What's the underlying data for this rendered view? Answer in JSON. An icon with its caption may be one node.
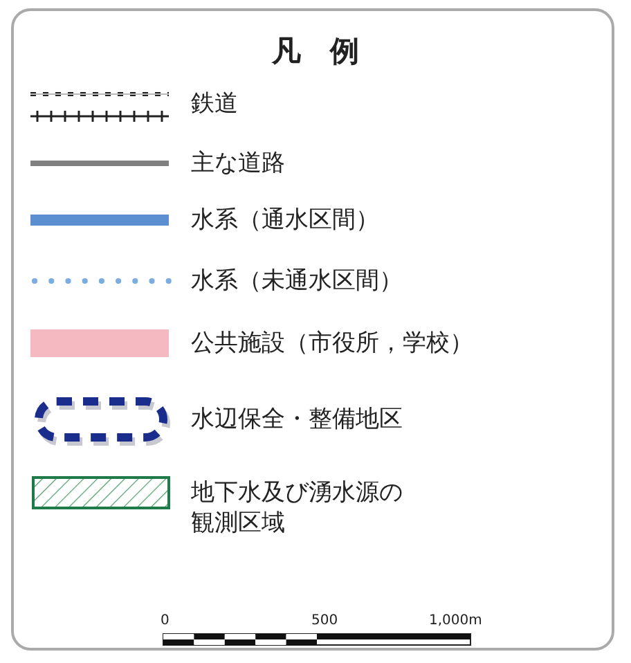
{
  "diagram": {
    "title": "凡　例",
    "legend": [
      {
        "text": "鉄道"
      },
      {
        "text": "主な道路"
      },
      {
        "text": "水系（通水区間）"
      },
      {
        "text": "水系（未通水区間）"
      },
      {
        "text": "公共施設（市役所，学校）",
        "color": "#f5b9c1"
      },
      {
        "text": "水辺保全・整備地区"
      },
      {
        "text": "地下水及び湧水源の観測区域"
      }
    ],
    "labels": [
      "0",
      "500",
      "1,000m"
    ]
  }
}
